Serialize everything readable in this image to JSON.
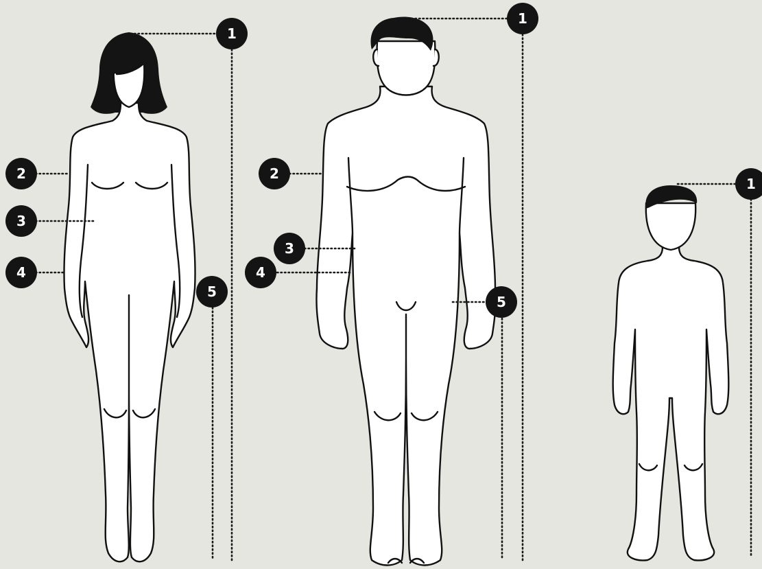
{
  "colors": {
    "background": "#e6e6e1",
    "body_fill": "#ffffff",
    "outline": "#111111",
    "hair": "#141414",
    "badge_fill": "#141414",
    "badge_text": "#ffffff",
    "guide_line": "#1a1a1a"
  },
  "figures": {
    "woman": {
      "markers": [
        {
          "number": "1",
          "measure": "height"
        },
        {
          "number": "2",
          "measure": "chest"
        },
        {
          "number": "3",
          "measure": "waist"
        },
        {
          "number": "4",
          "measure": "hips"
        },
        {
          "number": "5",
          "measure": "inside-leg"
        }
      ]
    },
    "man": {
      "markers": [
        {
          "number": "1",
          "measure": "height"
        },
        {
          "number": "2",
          "measure": "chest"
        },
        {
          "number": "3",
          "measure": "waist"
        },
        {
          "number": "4",
          "measure": "hips"
        },
        {
          "number": "5",
          "measure": "inside-leg"
        }
      ]
    },
    "child": {
      "markers": [
        {
          "number": "1",
          "measure": "height"
        }
      ]
    }
  }
}
